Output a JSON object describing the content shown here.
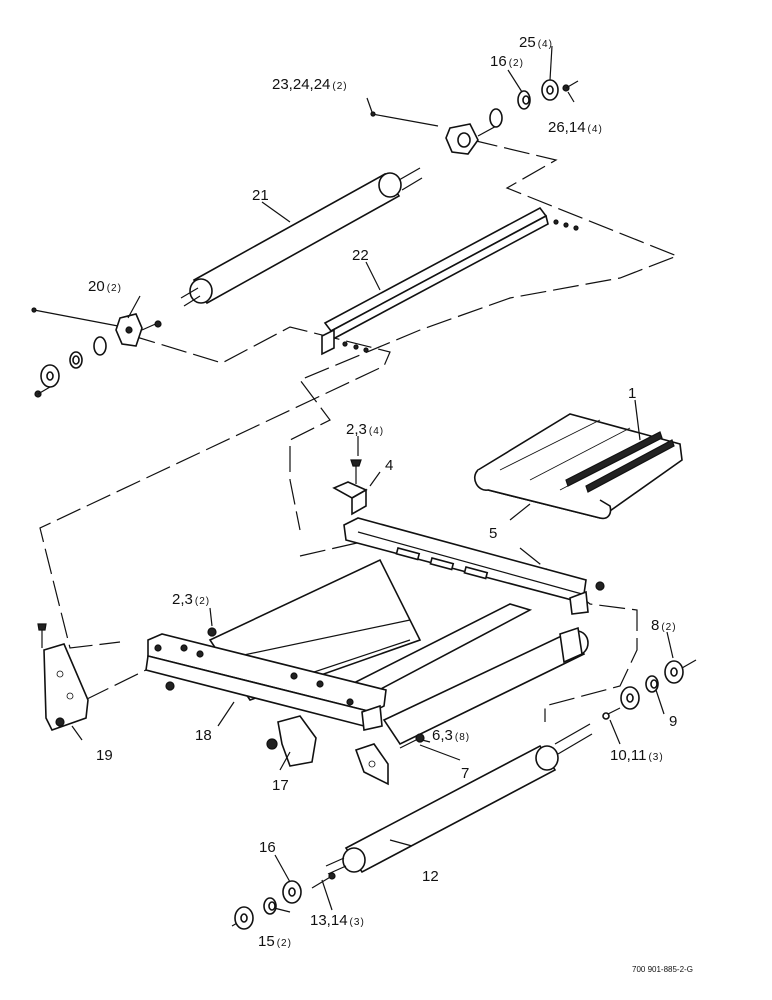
{
  "diagram": {
    "drawing_number": "700 901-885-2-G",
    "callouts": [
      {
        "id": "c1",
        "text": "1",
        "qty": ""
      },
      {
        "id": "c23",
        "text": "2,3",
        "qty": "(4)"
      },
      {
        "id": "c4",
        "text": "4",
        "qty": ""
      },
      {
        "id": "c5",
        "text": "5",
        "qty": ""
      },
      {
        "id": "c23b",
        "text": "2,3",
        "qty": "(2)"
      },
      {
        "id": "c63",
        "text": "6,3",
        "qty": "(8)"
      },
      {
        "id": "c7",
        "text": "7",
        "qty": ""
      },
      {
        "id": "c8",
        "text": "8",
        "qty": "(2)"
      },
      {
        "id": "c9",
        "text": "9",
        "qty": ""
      },
      {
        "id": "c1011",
        "text": "10,11",
        "qty": "(3)"
      },
      {
        "id": "c12",
        "text": "12",
        "qty": ""
      },
      {
        "id": "c1314",
        "text": "13,14",
        "qty": "(3)"
      },
      {
        "id": "c15",
        "text": "15",
        "qty": "(2)"
      },
      {
        "id": "c16",
        "text": "16",
        "qty": ""
      },
      {
        "id": "c16b",
        "text": "16",
        "qty": "(2)"
      },
      {
        "id": "c17",
        "text": "17",
        "qty": ""
      },
      {
        "id": "c18",
        "text": "18",
        "qty": ""
      },
      {
        "id": "c19",
        "text": "19",
        "qty": ""
      },
      {
        "id": "c20",
        "text": "20",
        "qty": "(2)"
      },
      {
        "id": "c21",
        "text": "21",
        "qty": ""
      },
      {
        "id": "c22",
        "text": "22",
        "qty": ""
      },
      {
        "id": "c2324",
        "text": "23,24,24",
        "qty": "(2)"
      },
      {
        "id": "c25",
        "text": "25",
        "qty": "(4)"
      },
      {
        "id": "c2614",
        "text": "26,14",
        "qty": "(4)"
      }
    ]
  }
}
